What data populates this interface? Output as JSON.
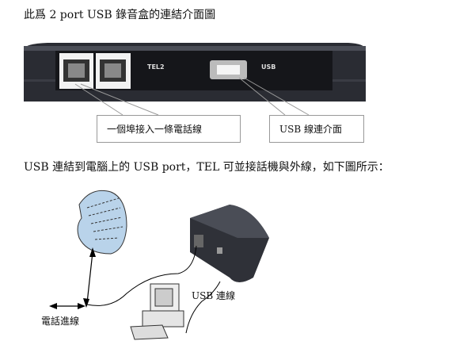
{
  "intro_text": "此爲 2 port USB 錄音盒的連結介面圖",
  "device_photo": {
    "port_label_tel": "TEL2",
    "port_label_usb": "USB",
    "callouts": [
      "一個埠接入一條電話線",
      "USB 線連介面"
    ]
  },
  "connection_text": "USB 連結到電腦上的 USB port，TEL 可並接話機與外線，如下圖所示：",
  "diagram": {
    "phone_line_label": "電話進線",
    "usb_cable_label": "USB 連線"
  },
  "colors": {
    "device": "#2a2c33",
    "phone_fill": "#b9d3ea"
  }
}
